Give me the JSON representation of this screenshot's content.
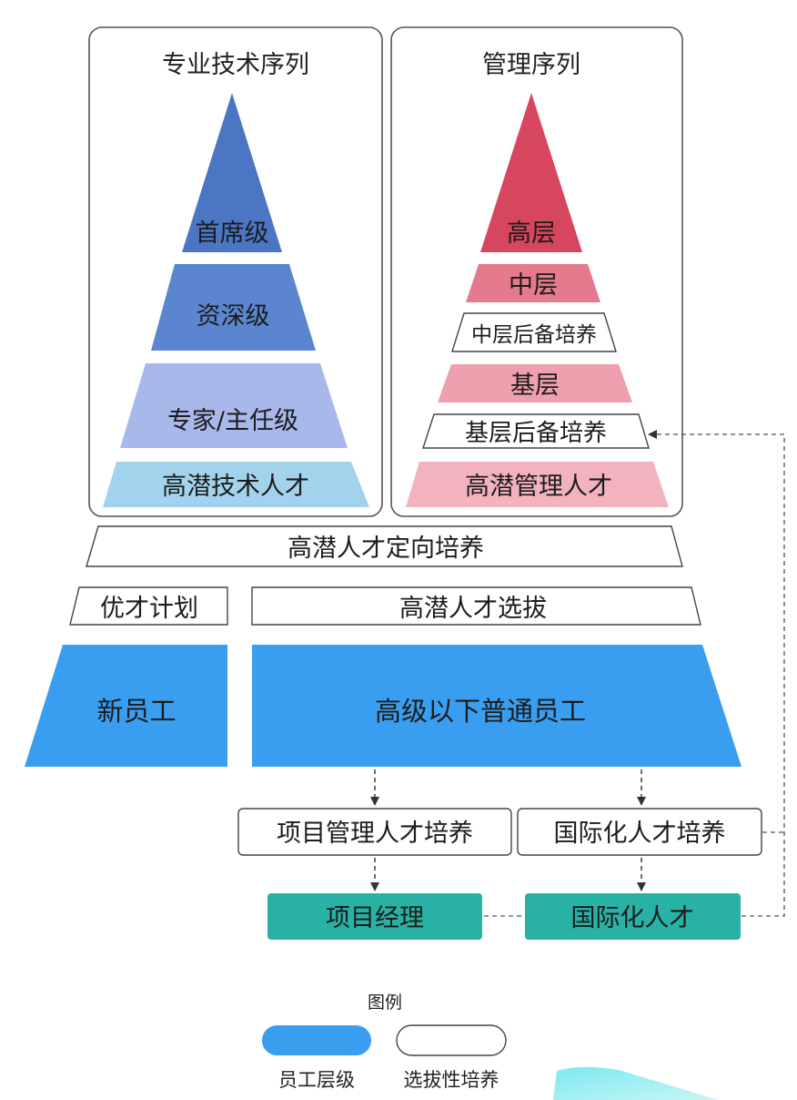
{
  "technical_column": {
    "title": "专业技术序列",
    "levels": [
      "首席级",
      "资深级",
      "专家/主任级",
      "高潜技术人才"
    ]
  },
  "management_column": {
    "title": "管理序列",
    "levels": [
      "高层",
      "中层",
      "中层后备培养",
      "基层",
      "基层后备培养",
      "高潜管理人才"
    ]
  },
  "shared_training": "高潜人才定向培养",
  "programs": {
    "youcai": "优才计划",
    "selection": "高潜人才选拔"
  },
  "employee_groups": {
    "new_staff": "新员工",
    "regular_staff": "高级以下普通员工"
  },
  "training_tracks": {
    "project_management": "项目管理人才培养",
    "internationalization": "国际化人才培养"
  },
  "outcomes": {
    "project_manager": "项目经理",
    "international_talent": "国际化人才"
  },
  "legend": {
    "title": "图例",
    "filled_label": "员工层级",
    "outline_label": "选拔性培养"
  },
  "colors": {
    "blue_dark": "#4a76c4",
    "blue_mid": "#5b86cf",
    "blue_light": "#a9b8ea",
    "blue_pale": "#a3d3ec",
    "red_dark": "#d6465e",
    "red_mid": "#e67a8d",
    "red_light": "#eea0ae",
    "red_pale": "#f2b3bf",
    "bright_blue": "#3a9ef0",
    "teal": "#28b1a4",
    "text": "#222222",
    "border": "#555555"
  }
}
